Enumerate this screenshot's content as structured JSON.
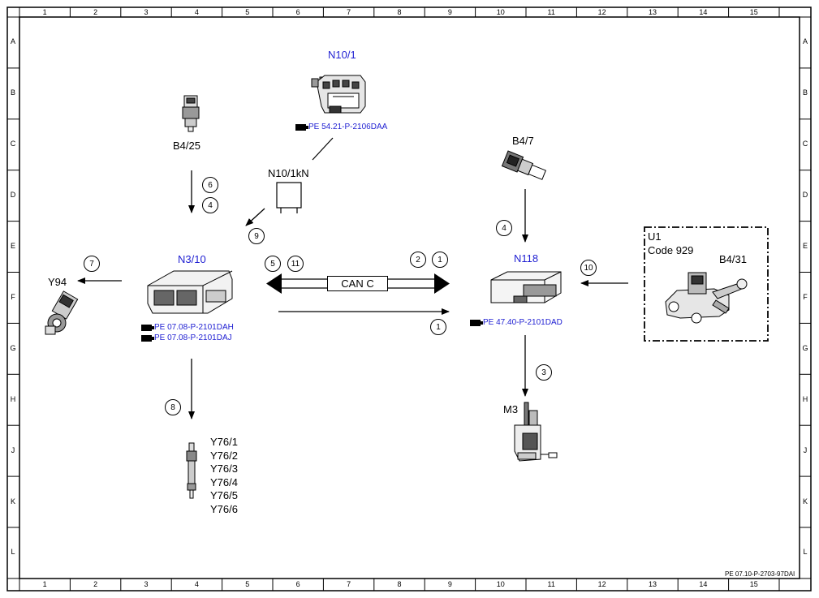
{
  "grid": {
    "columns": [
      "1",
      "2",
      "3",
      "4",
      "5",
      "6",
      "7",
      "8",
      "9",
      "10",
      "11",
      "12",
      "13",
      "14",
      "15"
    ],
    "rows": [
      "A",
      "B",
      "C",
      "D",
      "E",
      "F",
      "G",
      "H",
      "J",
      "K",
      "L"
    ]
  },
  "components": {
    "n10_1": {
      "label": "N10/1",
      "ref": "PE 54.21-P-2106DAA"
    },
    "b4_25": {
      "label": "B4/25"
    },
    "n10_1kn": {
      "label": "N10/1kN"
    },
    "b4_7": {
      "label": "B4/7"
    },
    "n3_10": {
      "label": "N3/10",
      "ref1": "PE 07.08-P-2101DAH",
      "ref2": "PE 07.08-P-2101DAJ"
    },
    "n118": {
      "label": "N118",
      "ref": "PE 47.40-P-2101DAD"
    },
    "y94": {
      "label": "Y94"
    },
    "u1": {
      "label": "U1",
      "code": "Code 929",
      "sensor": "B4/31"
    },
    "m3": {
      "label": "M3"
    },
    "y76": {
      "labels": [
        "Y76/1",
        "Y76/2",
        "Y76/3",
        "Y76/4",
        "Y76/5",
        "Y76/6"
      ]
    },
    "can": {
      "label": "CAN C"
    }
  },
  "signals": {
    "s6": "6",
    "s4a": "4",
    "s9": "9",
    "s7": "7",
    "s5": "5",
    "s11": "11",
    "s2": "2",
    "s1a": "1",
    "s1b": "1",
    "s4b": "4",
    "s10": "10",
    "s3": "3",
    "s8": "8"
  },
  "footer": "PE 07.10-P-2703-97DAI"
}
